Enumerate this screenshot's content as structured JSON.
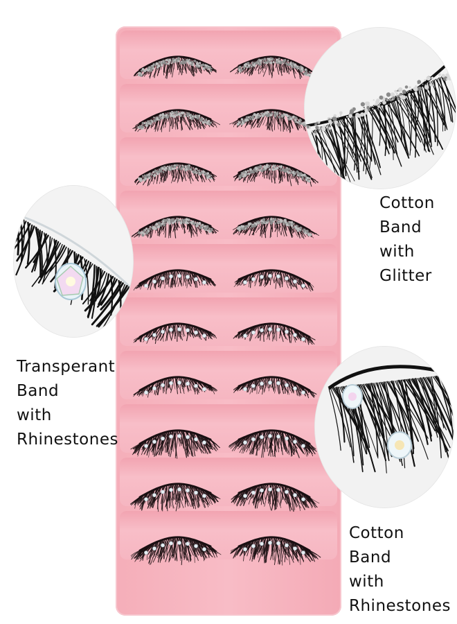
{
  "labels": {
    "glitter": [
      "Cotton",
      "Band",
      "with",
      "Glitter"
    ],
    "transparent": [
      "Transperant",
      "Band",
      "with",
      "Rhinestones"
    ],
    "cotton_rhinestones": [
      "Cotton",
      "Band",
      "with",
      "Rhinestones"
    ]
  },
  "colors": {
    "tray_pink": "#f6b4c0",
    "lash_dark": "#1a0f12",
    "glitter": "#bdbdbd",
    "text": "#111111"
  },
  "tray": {
    "pair_count": 10,
    "styles": [
      "glitter",
      "glitter",
      "glitter",
      "glitter",
      "rhinestone",
      "rhinestone",
      "rhinestone",
      "rhinestone-volume",
      "rhinestone-volume",
      "rhinestone-volume"
    ]
  }
}
